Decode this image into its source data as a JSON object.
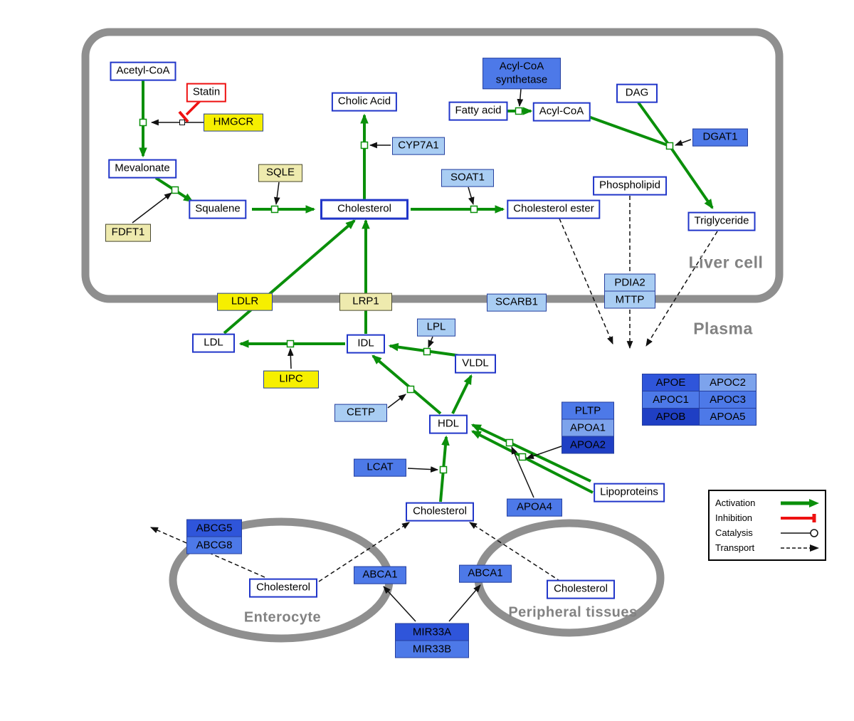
{
  "compartments": {
    "liver": "Liver cell",
    "plasma": "Plasma",
    "enterocyte": "Enterocyte",
    "peripheral": "Peripheral tissues"
  },
  "nodes": {
    "acetyl_coa": "Acetyl-CoA",
    "statin": "Statin",
    "hmgcr": "HMGCR",
    "mevalonate": "Mevalonate",
    "fdft1": "FDFT1",
    "squalene": "Squalene",
    "sqle": "SQLE",
    "cholesterol_liver": "Cholesterol",
    "cholic_acid": "Cholic Acid",
    "cyp7a1": "CYP7A1",
    "soat1": "SOAT1",
    "cholesterol_ester": "Cholesterol ester",
    "acyl_coa_synthetase": "Acyl-CoA synthetase",
    "fatty_acid": "Fatty acid",
    "acyl_coa": "Acyl-CoA",
    "dag": "DAG",
    "dgat1": "DGAT1",
    "phospholipid": "Phospholipid",
    "triglyceride": "Triglyceride",
    "pdia2": "PDIA2",
    "mttp": "MTTP",
    "ldlr": "LDLR",
    "lrp1": "LRP1",
    "scarb1": "SCARB1",
    "ldl": "LDL",
    "idl": "IDL",
    "lpl": "LPL",
    "vldl": "VLDL",
    "lipc": "LIPC",
    "cetp": "CETP",
    "hdl": "HDL",
    "pltp": "PLTP",
    "apoa1": "APOA1",
    "apoa2": "APOA2",
    "lcat": "LCAT",
    "apoa4": "APOA4",
    "lipoproteins": "Lipoproteins",
    "apoe": "APOE",
    "apoc2": "APOC2",
    "apoc1": "APOC1",
    "apoc3": "APOC3",
    "apob": "APOB",
    "apoa5": "APOA5",
    "cholesterol_plasma": "Cholesterol",
    "abcg5": "ABCG5",
    "abcg8": "ABCG8",
    "cholesterol_enterocyte": "Cholesterol",
    "abca1_enterocyte": "ABCA1",
    "abca1_peripheral": "ABCA1",
    "cholesterol_peripheral": "Cholesterol",
    "mir33a": "MIR33A",
    "mir33b": "MIR33B"
  },
  "legend": {
    "activation": "Activation",
    "inhibition": "Inhibition",
    "catalysis": "Catalysis",
    "transport": "Transport"
  },
  "colors": {
    "activation_green": "#0a8f0a",
    "inhibition_red": "#ee1111",
    "membrane_gray": "#8f8f8f",
    "metabolite_border_blue": "#2136c9",
    "gene_yellow": "#f6ef00",
    "gene_khaki": "#eeeaae",
    "gene_light_blue": "#a9cdf3",
    "gene_mid_blue": "#4d79e8",
    "gene_strong_blue": "#2f55da",
    "gene_dark_blue": "#1f3fc4"
  }
}
